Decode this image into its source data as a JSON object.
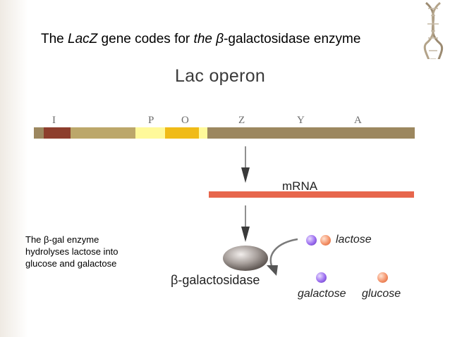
{
  "slide": {
    "title_pre": "The ",
    "title_gene": "LacZ",
    "title_mid": " gene codes for ",
    "title_the": "the ",
    "title_beta": "β",
    "title_post": "-galactosidase enzyme"
  },
  "panel": {
    "title": "Lac operon",
    "gene_labels": [
      "I",
      "P",
      "O",
      "Z",
      "Y",
      "A"
    ],
    "mrna_label": "mRNA",
    "enzyme_label": "β-galactosidase",
    "sugars": {
      "lactose": "lactose",
      "galactose": "galactose",
      "glucose": "glucose"
    }
  },
  "note": {
    "line1_pre": "The ",
    "line1_beta": "β",
    "line1_post": "-gal enzyme",
    "line2": "hydrolyses lactose into",
    "line3": "glucose and galactose"
  },
  "colors": {
    "operon_main": "#9c875f",
    "gene_I": "#8d3e2d",
    "region_P": "#fff99a",
    "region_O": "#f0bb17",
    "mrna": "#e7664c",
    "galactose_ball": "#9c6ef0",
    "glucose_ball": "#f4936a"
  }
}
